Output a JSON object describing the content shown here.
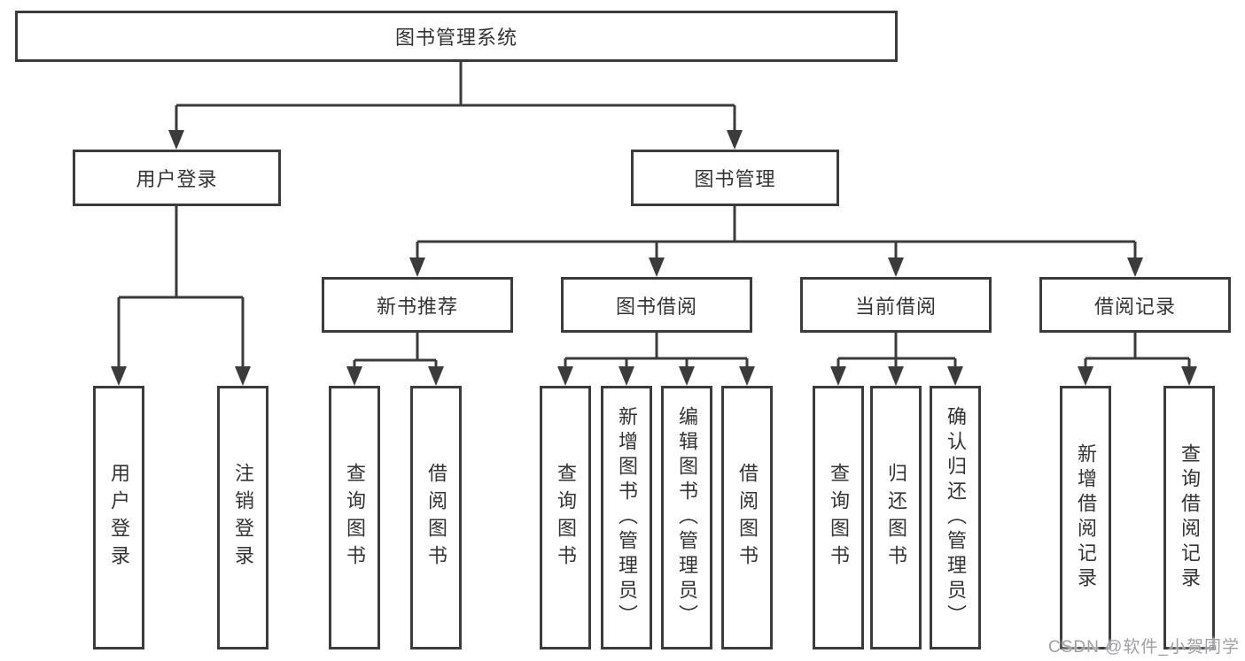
{
  "diagram_title": "图书管理系统",
  "tree": {
    "label": "图书管理系统",
    "children": [
      {
        "label": "用户登录",
        "children": [
          {
            "label": "用户登录"
          },
          {
            "label": "注销登录"
          }
        ]
      },
      {
        "label": "图书管理",
        "children": [
          {
            "label": "新书推荐",
            "children": [
              {
                "label": "查询图书"
              },
              {
                "label": "借阅图书"
              }
            ]
          },
          {
            "label": "图书借阅",
            "children": [
              {
                "label": "查询图书"
              },
              {
                "label": "新增图书（管理员）"
              },
              {
                "label": "编辑图书（管理员）"
              },
              {
                "label": "借阅图书"
              }
            ]
          },
          {
            "label": "当前借阅",
            "children": [
              {
                "label": "查询图书"
              },
              {
                "label": "归还图书"
              },
              {
                "label": "确认归还（管理员）"
              }
            ]
          },
          {
            "label": "借阅记录",
            "children": [
              {
                "label": "新增借阅记录"
              },
              {
                "label": "查询借阅记录"
              }
            ]
          }
        ]
      }
    ]
  },
  "watermark": {
    "text": "CSDN @软件_小贺同学"
  },
  "colors": {
    "line": "#3b3b3b",
    "text": "#333333",
    "watermark": "#9fa0a5",
    "background": "#ffffff"
  }
}
